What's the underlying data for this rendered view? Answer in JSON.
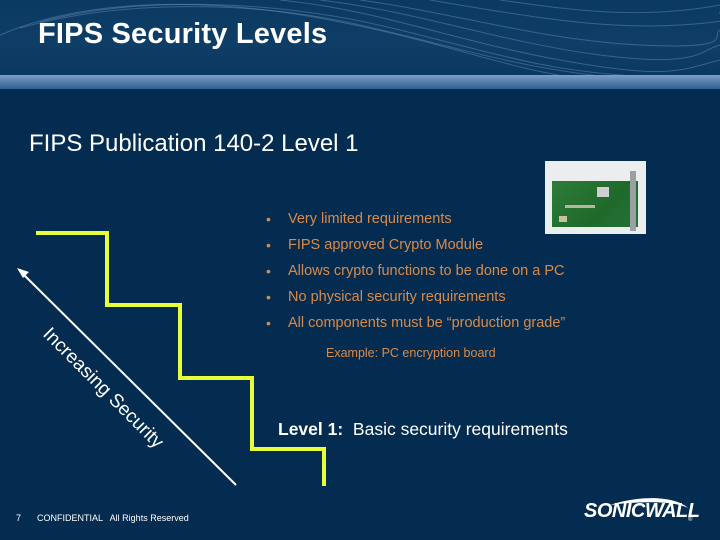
{
  "slide": {
    "title": "FIPS Security Levels",
    "subtitle": "FIPS Publication 140-2 Level 1",
    "bullets": [
      "Very limited requirements",
      "FIPS approved Crypto Module",
      "Allows crypto functions to be done on a PC",
      "No physical security requirements",
      "All components must be “production grade”"
    ],
    "bullet_glyph": "•",
    "example": "Example:  PC encryption board",
    "level": {
      "label": "Level 1:",
      "description": "Basic security requirements"
    },
    "diagram": {
      "arrow_label": "Increasing Security",
      "stair_color": "#e6ff3a",
      "arrow_color": "#ffffff",
      "steps": 4
    },
    "image": {
      "alt": "PC encryption board photo"
    }
  },
  "footer": {
    "page_number": "7",
    "confidential": "CONFIDENTIAL   All Rights Reserved",
    "logo_text": "SONICWALL",
    "logo_reg": "®"
  },
  "colors": {
    "background": "#042c50",
    "bullet_text": "#d98a4a",
    "title_text": "#ffffff"
  }
}
